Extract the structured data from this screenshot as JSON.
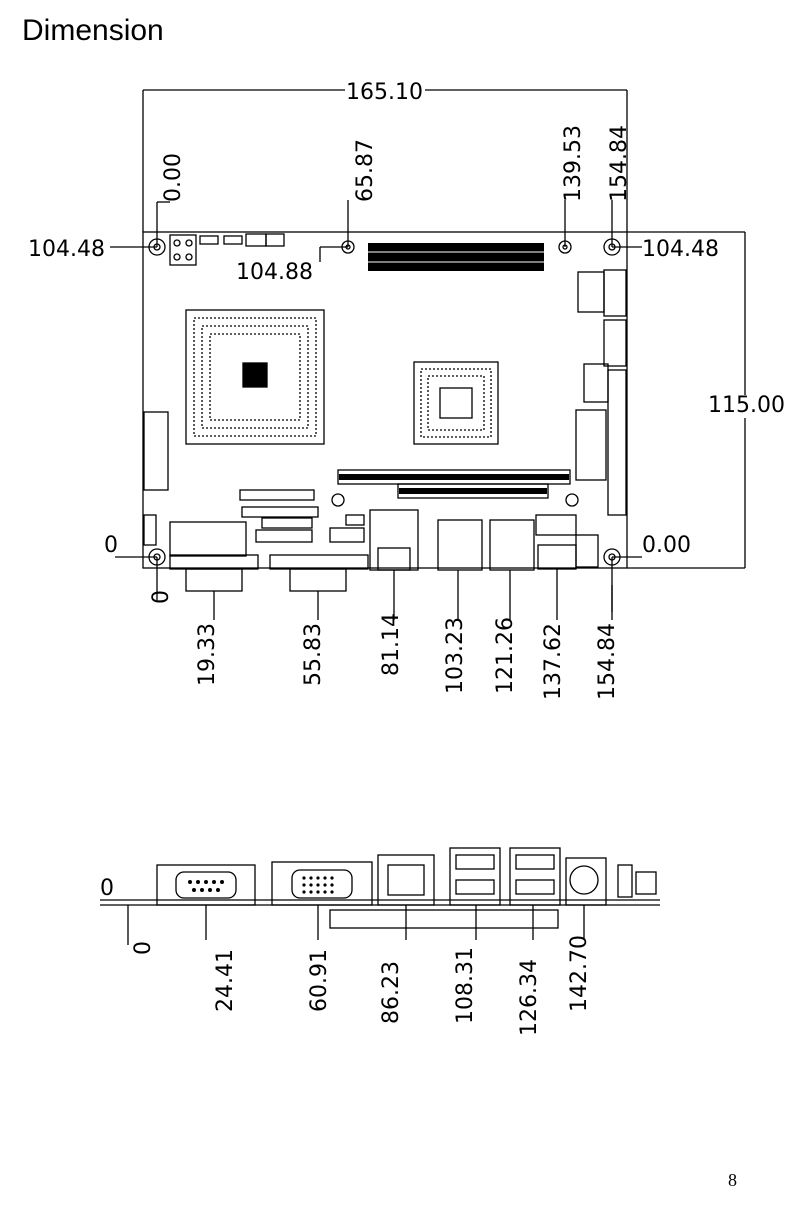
{
  "page": {
    "title": "Dimension",
    "number": "8"
  },
  "top_view": {
    "width_label": "165.10",
    "height_label": "115.00",
    "left_hole_y": "104.48",
    "right_hole_y": "104.48",
    "mid_hole_y": "104.88",
    "bottom_right_y": "0.00",
    "bottom_left_y": "0",
    "bottom_left_x": "0",
    "top_x": [
      "0.00",
      "65.87",
      "139.53",
      "154.84"
    ],
    "bottom_x": [
      "19.33",
      "55.83",
      "81.14",
      "103.23",
      "121.26",
      "137.62",
      "154.84"
    ]
  },
  "side_view": {
    "left_y": "0",
    "left_x": "0",
    "bottom_x": [
      "24.41",
      "60.91",
      "86.23",
      "108.31",
      "126.34",
      "142.70"
    ]
  }
}
